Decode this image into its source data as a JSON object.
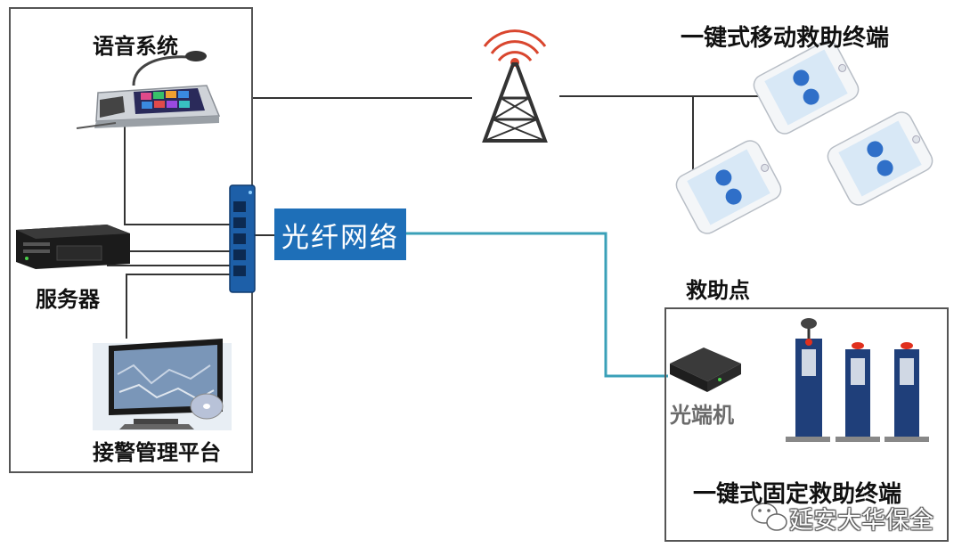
{
  "labels": {
    "voice_system": "语音系统",
    "server": "服务器",
    "alarm_platform": "接警管理平台",
    "fiber_network": "光纤网络",
    "mobile_terminal": "一键式移动救助终端",
    "help_point": "救助点",
    "optical_terminal": "光端机",
    "fixed_terminal": "一键式固定救助终端"
  },
  "watermark": "延安大华保全",
  "colors": {
    "fiber_box": "#1e6fb8",
    "fiber_line": "#3aa0b8",
    "wire": "#333333",
    "frame": "#555555",
    "switch": "#1d5fa8",
    "tower": "#333333",
    "signal": "#d9462e",
    "pillar": "#1f3f7a",
    "alarm_light": "#e0301e"
  }
}
